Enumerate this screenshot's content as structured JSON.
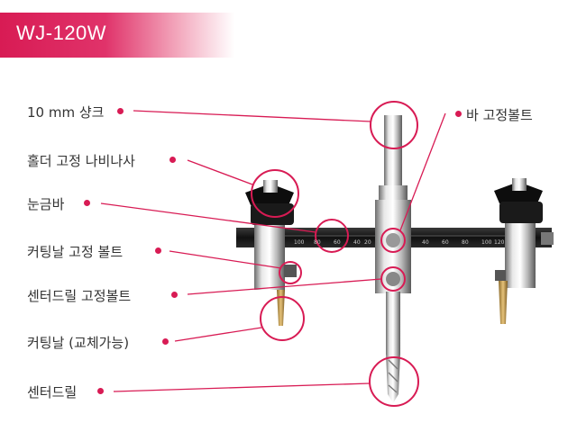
{
  "title": "WJ-120W",
  "labels": {
    "shank": "10 mm 샹크",
    "holder_wingnut": "홀더 고정 나비나사",
    "scale_bar": "눈금바",
    "cutter_bolt": "커팅날 고정 볼트",
    "center_drill_bolt": "센터드릴 고정볼트",
    "cutter_blade": "커팅날 (교체가능)",
    "center_drill": "센터드릴",
    "bar_bolt": "바 고정볼트"
  },
  "scale": {
    "left_ticks": [
      "100",
      "80",
      "60",
      "40",
      "20"
    ],
    "right_ticks": [
      "40",
      "60",
      "80",
      "100",
      "120"
    ]
  },
  "colors": {
    "accent": "#d81b54"
  }
}
